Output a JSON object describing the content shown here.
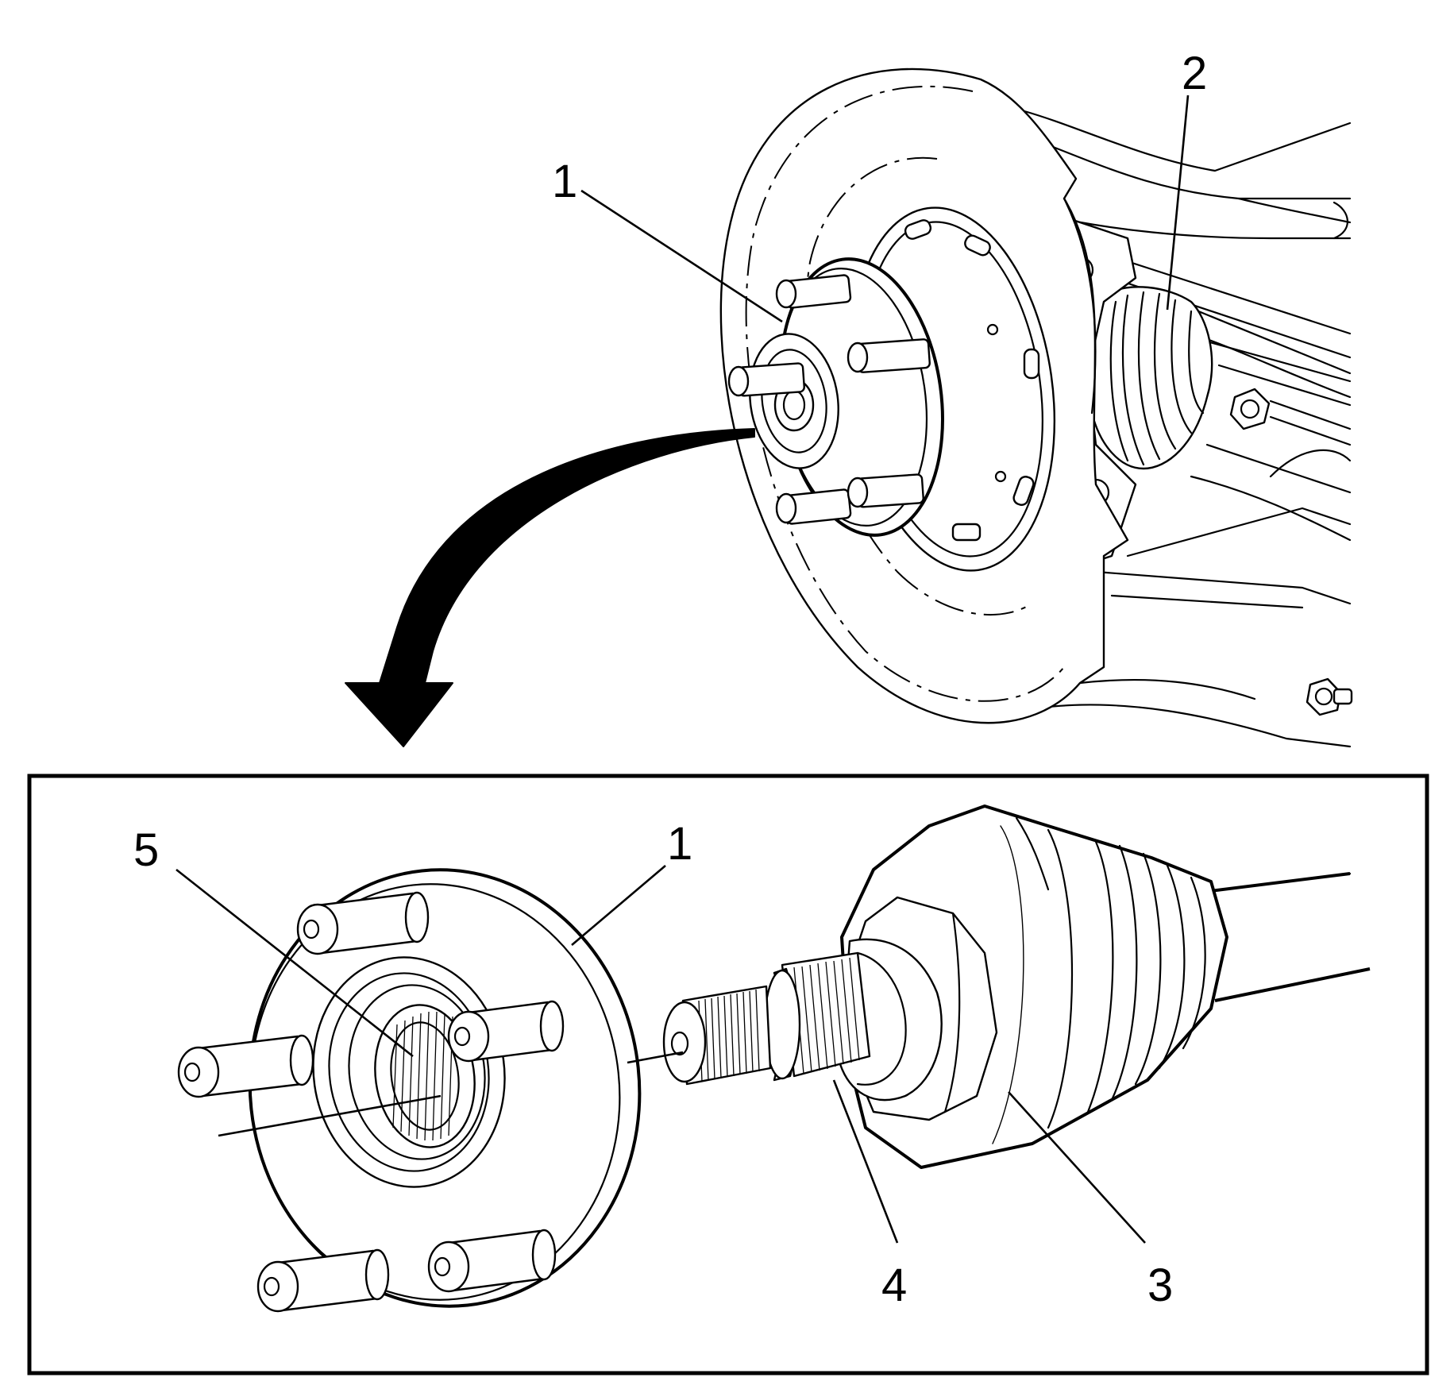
{
  "callouts": {
    "top_1": "1",
    "top_2": "2",
    "detail_1": "1",
    "detail_3": "3",
    "detail_4": "4",
    "detail_5": "5"
  },
  "icons": {
    "arrow": "curved-arrow-down-icon"
  }
}
